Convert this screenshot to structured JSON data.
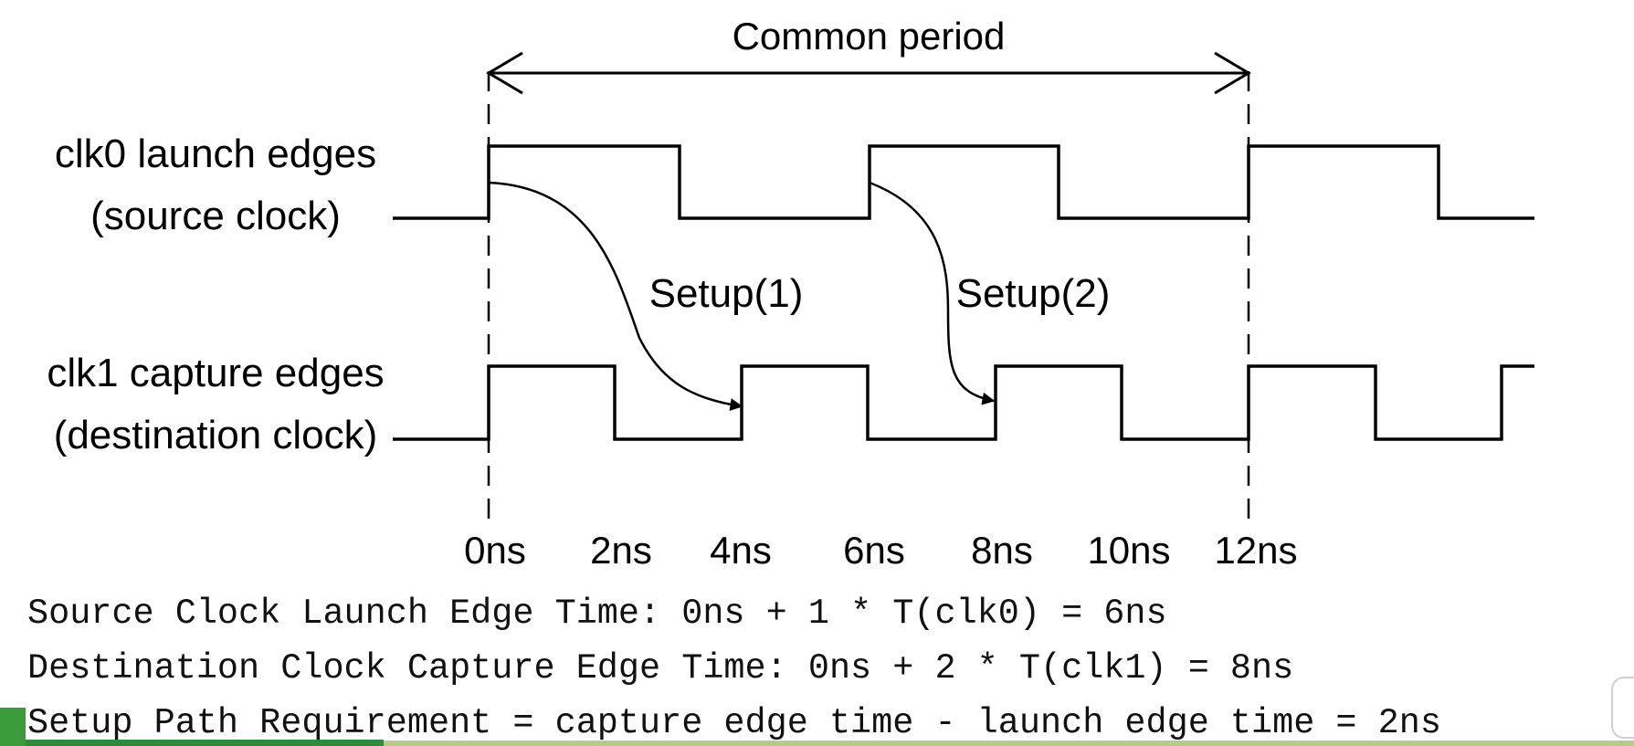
{
  "title": "Common period",
  "signals": [
    {
      "label_line1": "clk0 launch edges",
      "label_line2": "(source clock)"
    },
    {
      "label_line1": "clk1 capture edges",
      "label_line2": "(destination clock)"
    }
  ],
  "setup_labels": [
    "Setup(1)",
    "Setup(2)"
  ],
  "time_ticks": [
    "0ns",
    "2ns",
    "4ns",
    "6ns",
    "8ns",
    "10ns",
    "12ns"
  ],
  "equations": [
    "Source Clock Launch Edge Time: 0ns + 1 * T(clk0) = 6ns",
    "Destination Clock Capture Edge Time: 0ns + 2 * T(clk1) = 8ns",
    "Setup Path Requirement = capture edge time - launch edge time = 2ns"
  ],
  "colors": {
    "line": "#000000",
    "footer_bar": "#b6c98f",
    "footer_accent": "#2e8b3a"
  }
}
